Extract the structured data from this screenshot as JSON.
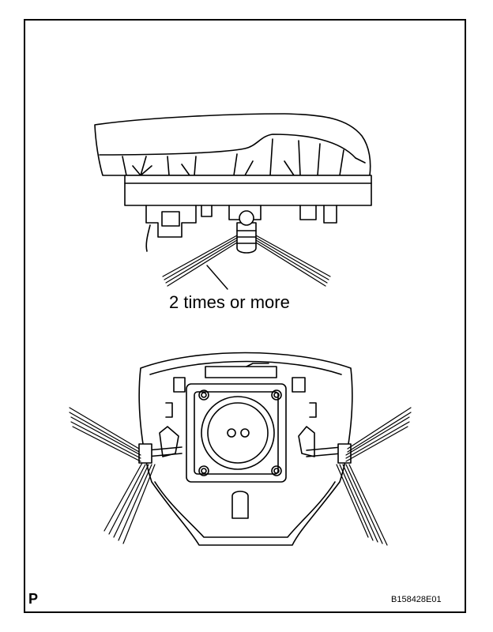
{
  "callout": {
    "text": "2 times or more"
  },
  "corner_mark": "P",
  "figure_id": "B158428E01",
  "icons": [
    "airbag-side-view-illustration",
    "airbag-rear-view-illustration",
    "wire-harness-illustration"
  ],
  "colors": {
    "line": "#000000",
    "background": "#ffffff"
  }
}
